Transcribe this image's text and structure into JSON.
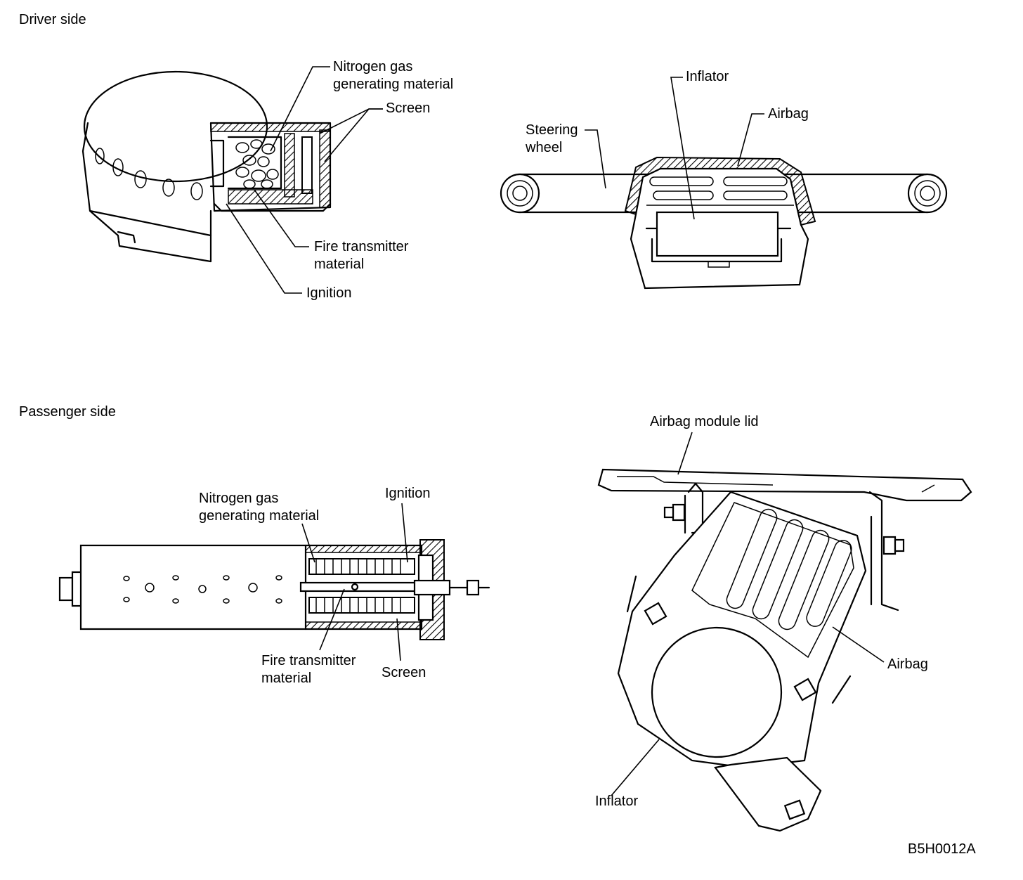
{
  "sections": {
    "driver_title": "Driver side",
    "passenger_title": "Passenger side"
  },
  "driver_inflator": {
    "nitrogen": "Nitrogen gas\ngenerating material",
    "screen": "Screen",
    "fire": "Fire transmitter\nmaterial",
    "ignition": "Ignition"
  },
  "driver_module": {
    "inflator": "Inflator",
    "airbag": "Airbag",
    "steering": "Steering\nwheel"
  },
  "passenger_inflator": {
    "nitrogen": "Nitrogen gas\ngenerating material",
    "ignition": "Ignition",
    "fire": "Fire transmitter\nmaterial",
    "screen": "Screen"
  },
  "passenger_module": {
    "lid": "Airbag module lid",
    "airbag": "Airbag",
    "inflator": "Inflator"
  },
  "figure_code": "B5H0012A"
}
